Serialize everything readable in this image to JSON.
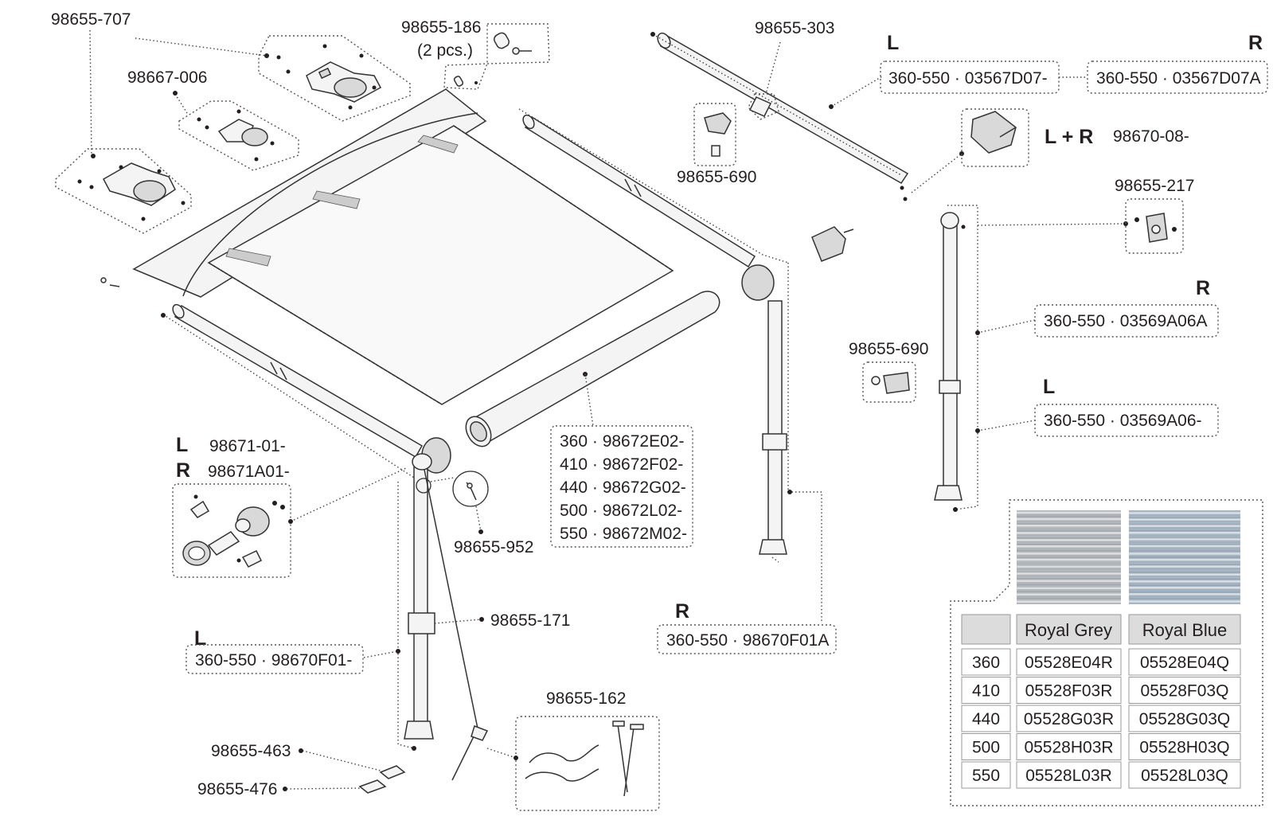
{
  "parts": {
    "p98655_707": "98655-707",
    "p98655_186": "98655-186",
    "p98655_186_qty": "(2 pcs.)",
    "p98667_006": "98667-006",
    "p98655_303": "98655-303",
    "p98655_690_top": "98655-690",
    "p98655_690_mid": "98655-690",
    "p98655_217": "98655-217",
    "p98670_08": "98670-08-",
    "l_plus_r": "L + R",
    "p98671_01": "98671-01-",
    "p98671A01": "98671A01-",
    "p98655_952": "98655-952",
    "p98655_171": "98655-171",
    "p98655_162": "98655-162",
    "p98655_463": "98655-463",
    "p98655_476": "98655-476"
  },
  "side_markers": {
    "L": "L",
    "R": "R"
  },
  "boxed_codes": {
    "arm_top_L": "360-550 · 03567D07-",
    "arm_top_R": "360-550 · 03567D07A",
    "leg_R_upper": "360-550 · 03569A06A",
    "leg_L_upper": "360-550 · 03569A06-",
    "leg_R_lower": "360-550 · 98670F01A",
    "leg_L_lower": "360-550 · 98670F01-"
  },
  "roller_codes": [
    "360 · 98672E02-",
    "410 · 98672F02-",
    "440 · 98672G02-",
    "500 · 98672L02-",
    "550 · 98672M02-"
  ],
  "fabric_table": {
    "colors": {
      "royal_grey": "#b4b9bd",
      "royal_blue": "#a7b6c4"
    },
    "headers": [
      "",
      "Royal Grey",
      "Royal Blue"
    ],
    "rows": [
      [
        "360",
        "05528E04R",
        "05528E04Q"
      ],
      [
        "410",
        "05528F03R",
        "05528F03Q"
      ],
      [
        "440",
        "05528G03R",
        "05528G03Q"
      ],
      [
        "500",
        "05528H03R",
        "05528H03Q"
      ],
      [
        "550",
        "05528L03R",
        "05528L03Q"
      ]
    ]
  },
  "icons": {
    "bracket": "mounting-bracket-icon",
    "end_cap": "end-cap-icon",
    "clamp": "clamp-icon",
    "spike": "tie-down-spike-icon"
  }
}
